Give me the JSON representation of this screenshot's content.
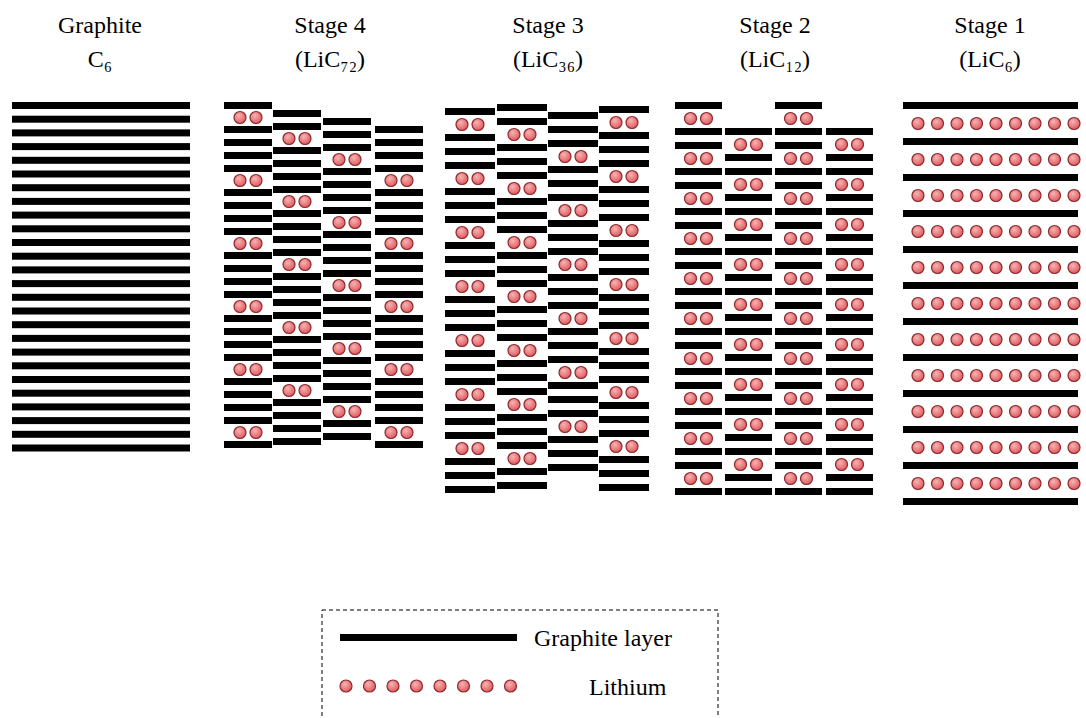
{
  "diagram": {
    "labels": [
      "Graphite",
      "C₆",
      "Stage 4",
      "(LiC₇₂)",
      "Stage 3",
      "(LiC₃₆)",
      "Stage 2",
      "(LiC₁₂)",
      "Stage 1",
      "(LiC₆)"
    ],
    "legend": [
      {
        "text": "Graphite layer"
      },
      {
        "text": "Lithium"
      }
    ]
  }
}
